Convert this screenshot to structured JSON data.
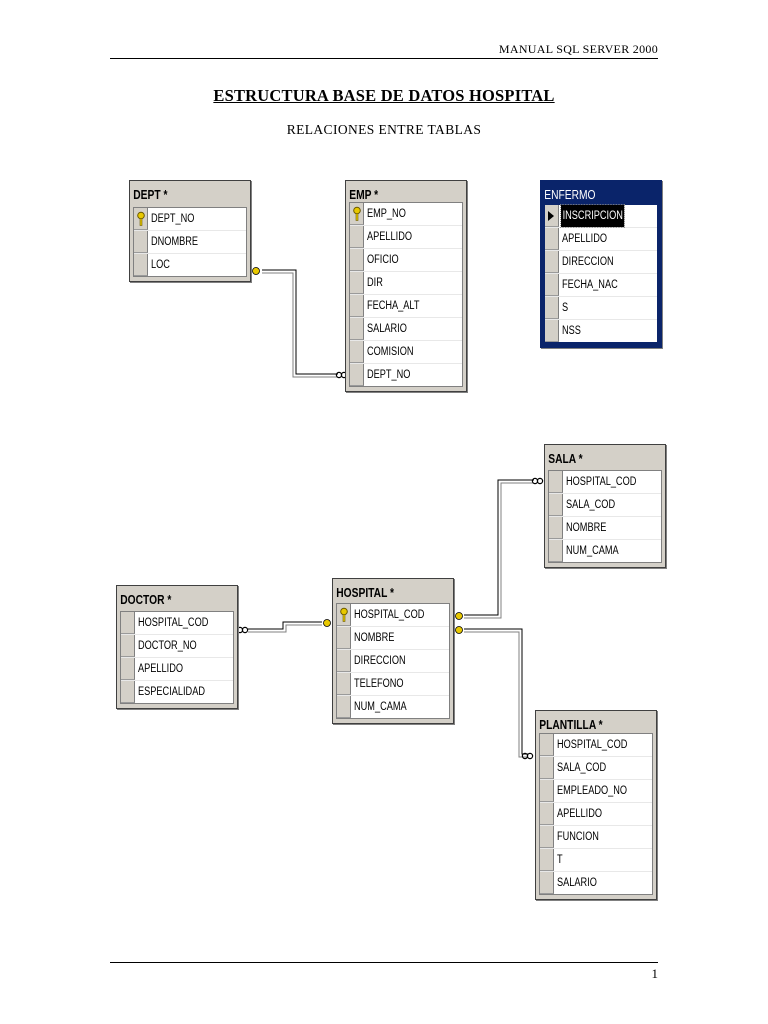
{
  "header": {
    "manual": "MANUAL SQL SERVER 2000"
  },
  "document": {
    "title": "ESTRUCTURA BASE DE DATOS HOSPITAL",
    "subtitle": "RELACIONES ENTRE TABLAS"
  },
  "footer": {
    "page_number": "1"
  },
  "tables": {
    "dept": {
      "title": "DEPT *",
      "columns": [
        "DEPT_NO",
        "DNOMBRE",
        "LOC"
      ]
    },
    "emp": {
      "title": "EMP *",
      "columns": [
        "EMP_NO",
        "APELLIDO",
        "OFICIO",
        "DIR",
        "FECHA_ALT",
        "SALARIO",
        "COMISION",
        "DEPT_NO"
      ]
    },
    "enfermo": {
      "title": "ENFERMO",
      "columns": [
        "INSCRIPCION",
        "APELLIDO",
        "DIRECCION",
        "FECHA_NAC",
        "S",
        "NSS"
      ]
    },
    "sala": {
      "title": "SALA *",
      "columns": [
        "HOSPITAL_COD",
        "SALA_COD",
        "NOMBRE",
        "NUM_CAMA"
      ]
    },
    "doctor": {
      "title": "DOCTOR *",
      "columns": [
        "HOSPITAL_COD",
        "DOCTOR_NO",
        "APELLIDO",
        "ESPECIALIDAD"
      ]
    },
    "hospital": {
      "title": "HOSPITAL *",
      "columns": [
        "HOSPITAL_COD",
        "NOMBRE",
        "DIRECCION",
        "TELEFONO",
        "NUM_CAMA"
      ]
    },
    "plantilla": {
      "title": "PLANTILLA *",
      "columns": [
        "HOSPITAL_COD",
        "SALA_COD",
        "EMPLEADO_NO",
        "APELLIDO",
        "FUNCION",
        "T",
        "SALARIO"
      ]
    }
  },
  "icons": {
    "primary_key": "key-icon",
    "row_pointer": "row-pointer-icon",
    "link_one": "key-endpoint-icon",
    "link_many": "infinity-endpoint-icon"
  },
  "colors": {
    "window": "#d4d0c8",
    "active_title": "#0a246a",
    "key": "#e8c800"
  }
}
